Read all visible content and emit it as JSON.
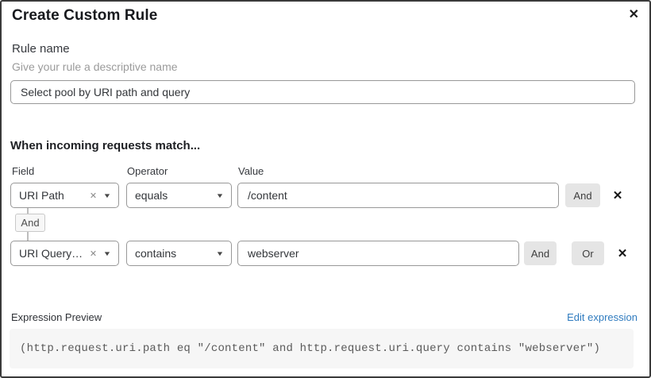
{
  "dialog": {
    "title": "Create Custom Rule"
  },
  "icons": {
    "close": "✕",
    "clear": "✕",
    "chevron": "▼",
    "remove": "✕"
  },
  "rule_name": {
    "label": "Rule name",
    "helper": "Give your rule a descriptive name",
    "value": "Select pool by URI path and query"
  },
  "match_section": {
    "heading": "When incoming requests match...",
    "columns": {
      "field": "Field",
      "operator": "Operator",
      "value": "Value"
    },
    "connector": "And",
    "rows": [
      {
        "field": "URI Path",
        "operator": "equals",
        "value": "/content",
        "and_label": "And"
      },
      {
        "field": "URI Query St...",
        "operator": "contains",
        "value": "webserver",
        "and_label": "And",
        "or_label": "Or"
      }
    ]
  },
  "expression": {
    "label": "Expression Preview",
    "edit_link": "Edit expression",
    "code": "(http.request.uri.path eq \"/content\" and http.request.uri.query contains \"webserver\")"
  },
  "colors": {
    "link_blue": "#2f7bbf",
    "button_gray": "#e5e5e5",
    "border_gray": "#989898"
  }
}
